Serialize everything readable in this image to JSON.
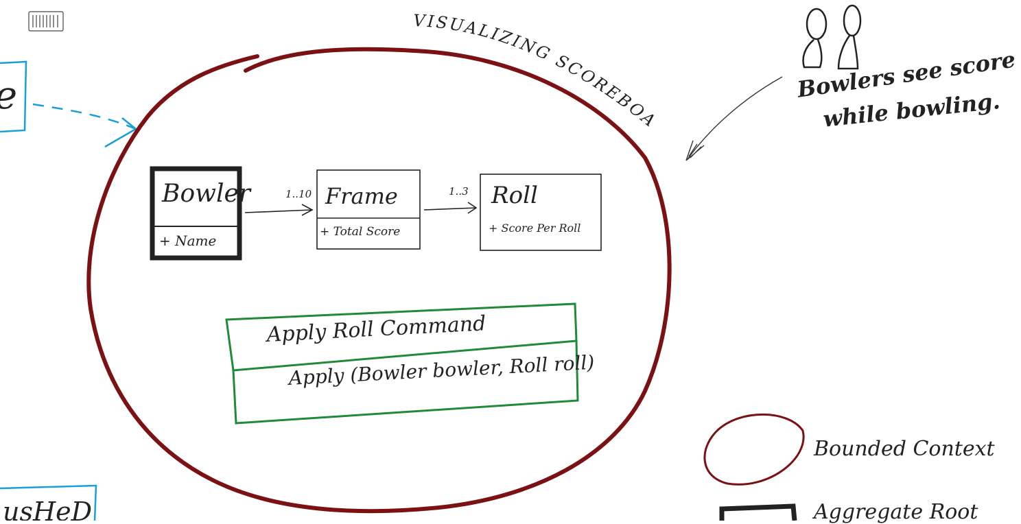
{
  "context": {
    "title": "VISUALIZING SCOREBOARD"
  },
  "aggregate_root": {
    "name": "Bowler",
    "attribute": "+ Name"
  },
  "entities": [
    {
      "name": "Frame",
      "attribute": "+ Total Score"
    },
    {
      "name": "Roll",
      "attribute": "+ Score Per Roll"
    }
  ],
  "relations": [
    {
      "multiplicity": "1..10"
    },
    {
      "multiplicity": "1..3"
    }
  ],
  "command": {
    "name": "Apply Roll Command",
    "method": "Apply (Bowler bowler, Roll roll)"
  },
  "annotation": {
    "line1": "Bowlers see score",
    "line2": "while bowling."
  },
  "legend": {
    "bounded_context": "Bounded Context",
    "aggregate_root": "Aggregate Root"
  },
  "left_edge": {
    "top_fragment": "e",
    "bottom_fragment": "usHeD"
  },
  "colors": {
    "context": "#7b1113",
    "command": "#1e8a3a",
    "external": "#1a9ed8",
    "ink": "#222222"
  },
  "icons": [
    "barcode-icon",
    "bowler-figure-icon",
    "bowler-figure-icon"
  ]
}
